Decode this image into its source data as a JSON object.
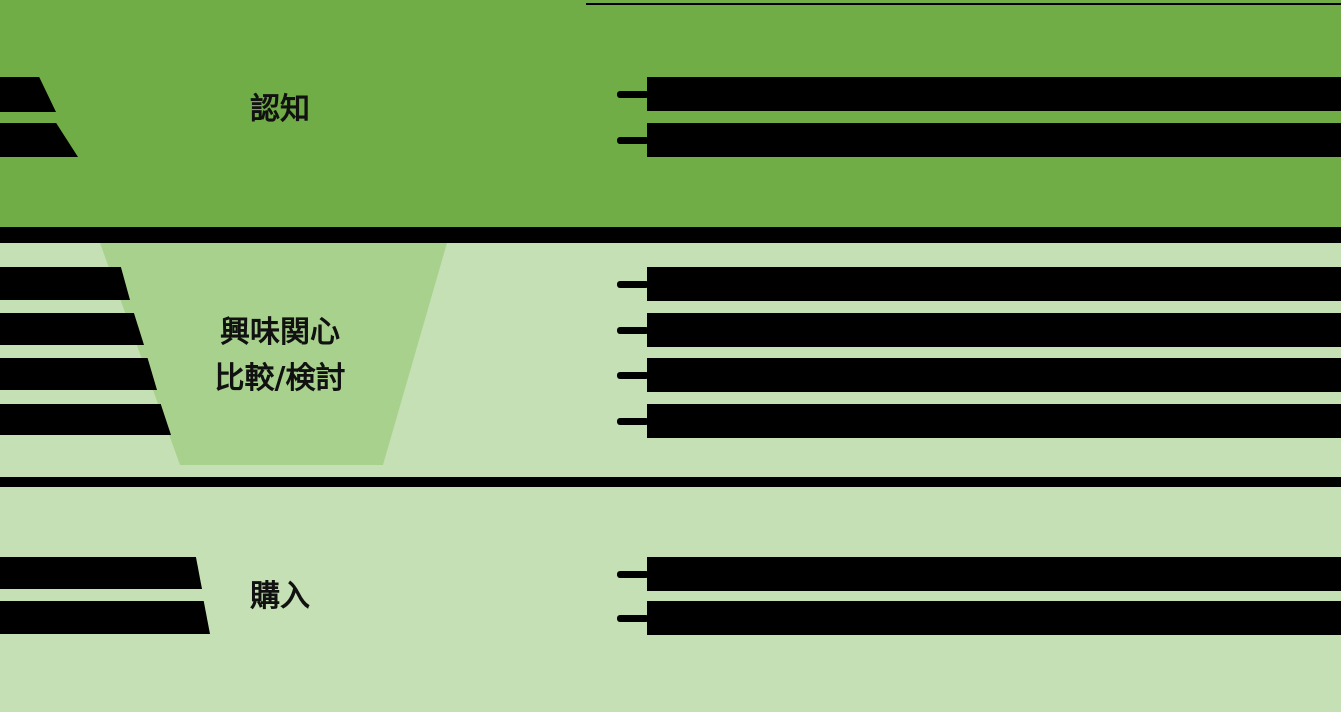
{
  "colors": {
    "stage1_band": "#70AD47",
    "stage2_band": "#C5E0B4",
    "stage2_funnel": "#A9D18E",
    "stage3_band": "#C5E0B4",
    "obscured_bar": "#000000",
    "label_text": "#111111"
  },
  "funnel": {
    "stages": [
      {
        "label": "認知",
        "bullets": [
          "",
          ""
        ]
      },
      {
        "label_line1": "興味関心",
        "label_line2": "比較/検討",
        "bullets": [
          "",
          "",
          "",
          ""
        ]
      },
      {
        "label": "購入",
        "bullets": [
          "",
          ""
        ]
      }
    ]
  }
}
